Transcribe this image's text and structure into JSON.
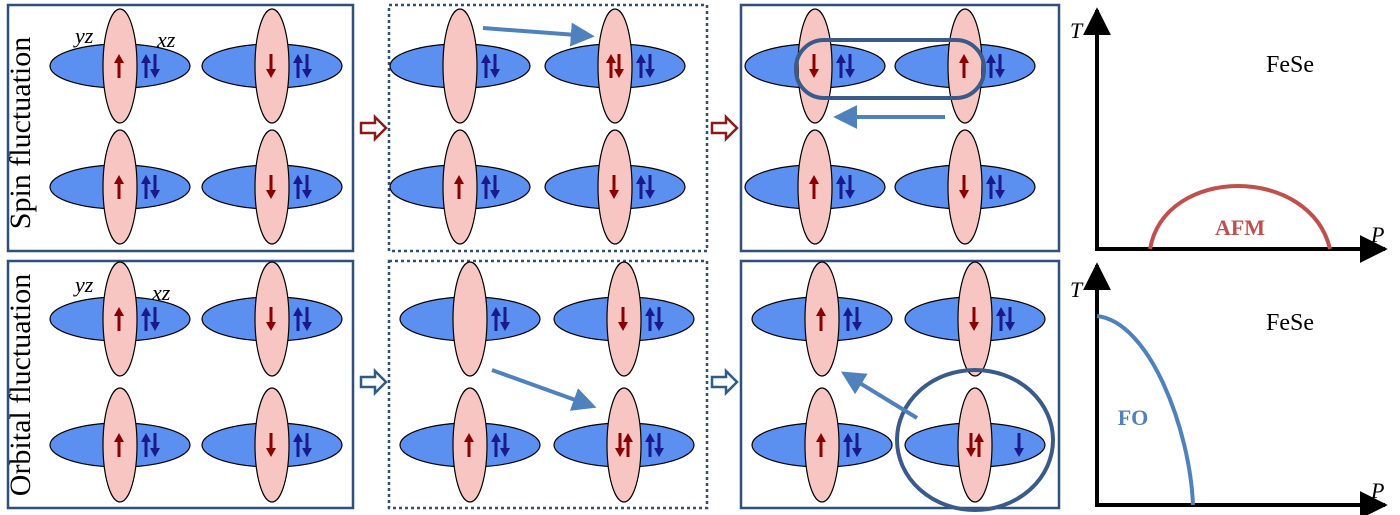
{
  "rows": [
    {
      "row_label": "Spin fluctuation",
      "fluctuation_arrow_color": "#8b1a1a",
      "orbital_labels": {
        "yz": "yz",
        "xz": "xz"
      }
    },
    {
      "row_label": "Orbital fluctuation",
      "fluctuation_arrow_color": "#2e5c8a",
      "orbital_labels": {
        "yz": "yz",
        "xz": "xz"
      }
    }
  ],
  "phase_diagrams": [
    {
      "material": "FeSe",
      "y_axis": "T",
      "x_axis": "P",
      "phase_label": "AFM",
      "phase_color": "#c0504d",
      "curve": "dome"
    },
    {
      "material": "FeSe",
      "y_axis": "T",
      "x_axis": "P",
      "phase_label": "FO",
      "phase_color": "#4f81bd",
      "curve": "decreasing"
    }
  ],
  "colors": {
    "xz_orbital_fill": "#5b8ff0",
    "yz_orbital_fill": "#f8c6c2",
    "outline": "#000000",
    "up_down_spin_color": "#1a1a8c",
    "single_spin_color": "#8b0000",
    "hop_arrow_color": "#4f81bd",
    "panel_border": "#2f4f7f",
    "highlight_ring": "#3a5a8a"
  }
}
